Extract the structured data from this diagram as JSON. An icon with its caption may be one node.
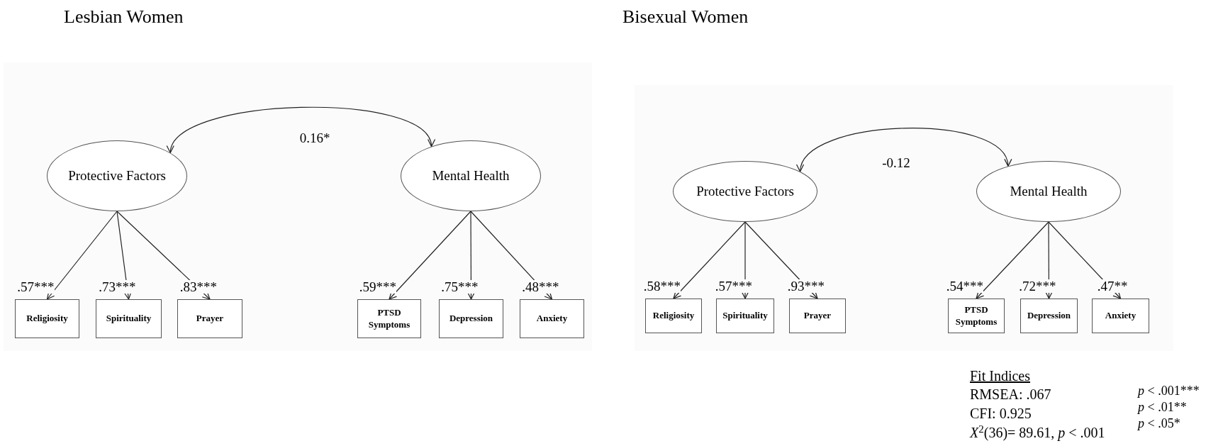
{
  "diagram": {
    "nodes": [
      {
        "text": [
          "Protective Factors"
        ]
      },
      {
        "text": [
          "Mental Health"
        ]
      },
      {
        "text": [
          "Religiosity"
        ]
      },
      {
        "text": [
          "Spirituality"
        ]
      },
      {
        "text": [
          "Prayer"
        ]
      },
      {
        "text": [
          "PTSD Symptoms"
        ]
      },
      {
        "text": [
          "Depression"
        ]
      },
      {
        "text": [
          "Anxiety"
        ]
      },
      {
        "text": [
          "Protective Factors"
        ]
      },
      {
        "text": [
          "Mental Health"
        ]
      },
      {
        "text": [
          "Religiosity"
        ]
      },
      {
        "text": [
          "Spirituality"
        ]
      },
      {
        "text": [
          "Prayer"
        ]
      },
      {
        "text": [
          "PTSD Symptoms"
        ]
      },
      {
        "text": [
          "Depression"
        ]
      },
      {
        "text": [
          "Anxiety"
        ]
      }
    ],
    "edges": [
      {
        "from": 0,
        "to": 1,
        "arrow": "both",
        "label": "0.16*"
      },
      {
        "from": 0,
        "to": 2,
        "arrow": "to",
        "label": ".57***"
      },
      {
        "from": 0,
        "to": 3,
        "arrow": "to",
        "label": ".73***"
      },
      {
        "from": 0,
        "to": 4,
        "arrow": "to",
        "label": ".83***"
      },
      {
        "from": 1,
        "to": 5,
        "arrow": "to",
        "label": ".59***"
      },
      {
        "from": 1,
        "to": 6,
        "arrow": "to",
        "label": ".75***"
      },
      {
        "from": 1,
        "to": 7,
        "arrow": "to",
        "label": ".48***"
      },
      {
        "from": 8,
        "to": 9,
        "arrow": "both",
        "label": "-0.12"
      },
      {
        "from": 8,
        "to": 10,
        "arrow": "to",
        "label": ".58***"
      },
      {
        "from": 8,
        "to": 11,
        "arrow": "to",
        "label": ".57***"
      },
      {
        "from": 8,
        "to": 12,
        "arrow": "to",
        "label": ".93***"
      },
      {
        "from": 9,
        "to": 13,
        "arrow": "to",
        "label": ".54***"
      },
      {
        "from": 9,
        "to": 14,
        "arrow": "to",
        "label": ".72***"
      },
      {
        "from": 9,
        "to": 15,
        "arrow": "to",
        "label": ".47**"
      }
    ],
    "labels": [
      "Lesbian Women",
      "Bisexual Women",
      "Fit Indices",
      "RMSEA: .067",
      "*p* < .001***",
      "CFI: 0.925",
      "*p* < .01**",
      "*X*$^{2}$(36)= 89.61, *p* < .001",
      "*p* < .05*"
    ]
  }
}
